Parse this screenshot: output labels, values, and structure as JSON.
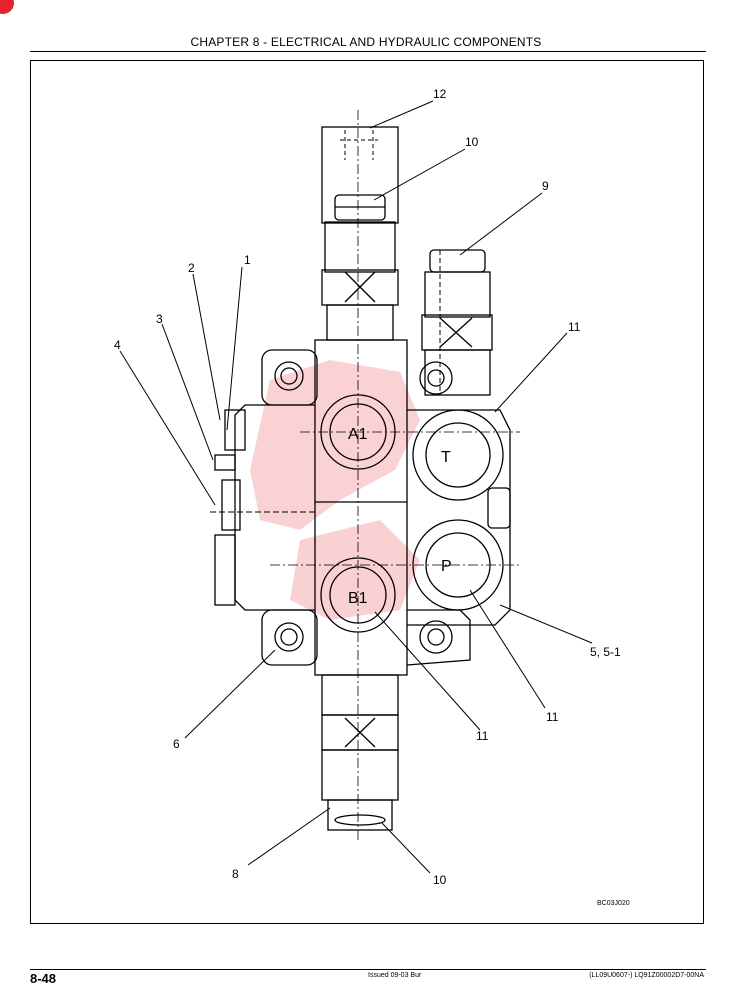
{
  "header": {
    "title": "CHAPTER 8 - ELECTRICAL AND HYDRAULIC COMPONENTS"
  },
  "diagram": {
    "drawing_code": "BC03J020",
    "ports": {
      "a": "A1",
      "b": "B1",
      "t": "T",
      "p": "P"
    },
    "callouts": {
      "c1": "1",
      "c2": "2",
      "c3": "3",
      "c4": "4",
      "c5": "5, 5-1",
      "c6": "6",
      "c8": "8",
      "c9": "9",
      "c10_top": "10",
      "c10_bottom": "10",
      "c11_right_top": "11",
      "c11_center": "11",
      "c11_right_bottom": "11",
      "c12": "12"
    }
  },
  "footer": {
    "page_number": "8-48",
    "issued": "Issued 09-03   Bur",
    "reference": "(LL09U0607-)   LQ91Z00002D7-00NA"
  },
  "colors": {
    "watermark": "#e8343b",
    "ink": "#000000"
  }
}
